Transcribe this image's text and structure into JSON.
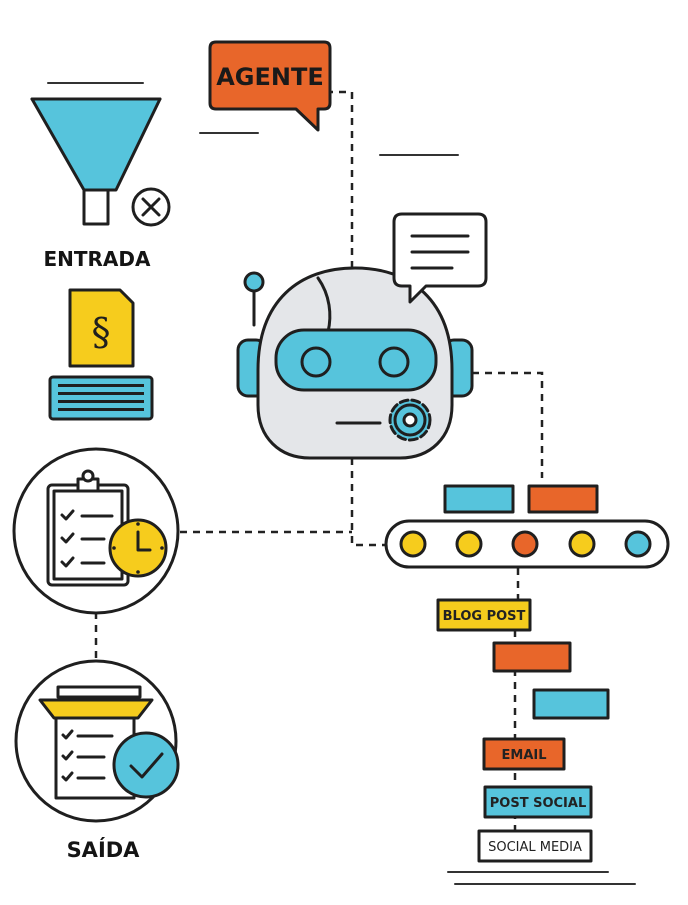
{
  "labels": {
    "agent": "AGENTE",
    "input": "ENTRADA",
    "output": "SAÍDA"
  },
  "pipeline_tags": {
    "blog_post": "BLOG POST",
    "email": "EMAIL",
    "post_social": "POST SOCIAL",
    "social_media": "SOCIAL MEDIA"
  },
  "colors": {
    "cyan": "#56c4dc",
    "orange": "#e8662a",
    "yellow": "#f6cc1d",
    "outline": "#1f1f1f"
  }
}
